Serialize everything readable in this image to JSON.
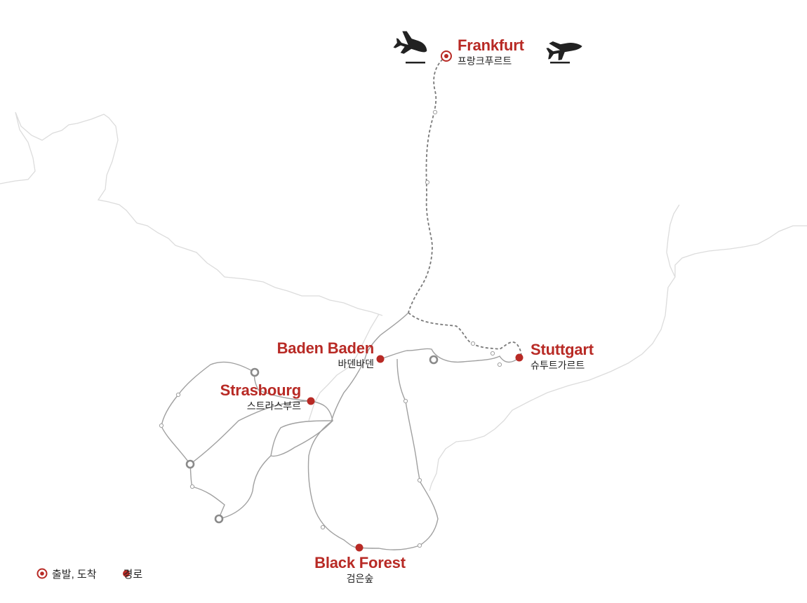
{
  "cities": {
    "frankfurt": {
      "en": "Frankfurt",
      "ko": "프랑크푸르트"
    },
    "baden": {
      "en": "Baden Baden",
      "ko": "바덴바덴"
    },
    "strasbourg": {
      "en": "Strasbourg",
      "ko": "스트라스부르"
    },
    "stuttgart": {
      "en": "Stuttgart",
      "ko": "슈투트가르트"
    },
    "blackforest": {
      "en": "Black Forest",
      "ko": "검은숲"
    }
  },
  "legend": {
    "origin_label": "출발, 도착",
    "route_label": "경로"
  },
  "icons": {
    "departure": "airplane-takeoff-icon",
    "arrival": "airplane-landing-icon"
  },
  "colors": {
    "accent": "#b82a25",
    "route": "#9a9a9a",
    "border": "#dcdcdc",
    "flight": "#7a7a7a"
  }
}
